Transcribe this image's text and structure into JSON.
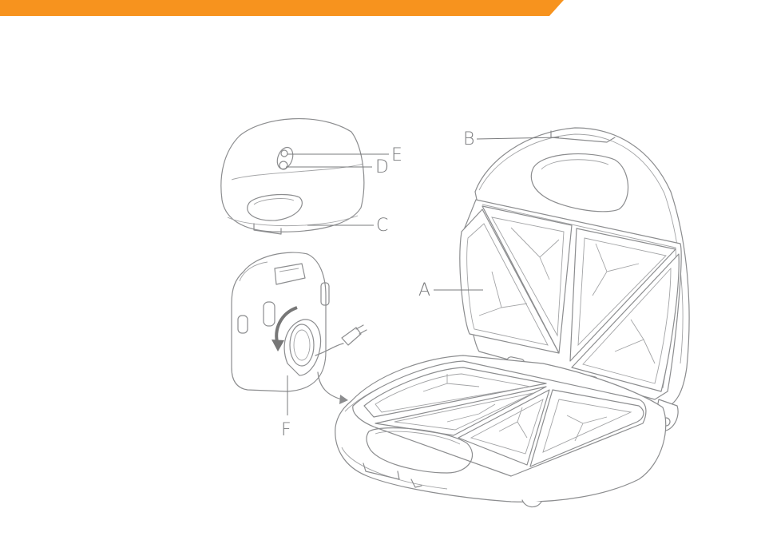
{
  "header": {
    "accent_color": "#f7931e"
  },
  "diagram": {
    "callouts": {
      "a": "A",
      "b": "B",
      "c": "C",
      "d": "D",
      "e": "E",
      "f": "F"
    },
    "line_color": "#8c8d8f",
    "text_color": "#7a7b7d"
  }
}
